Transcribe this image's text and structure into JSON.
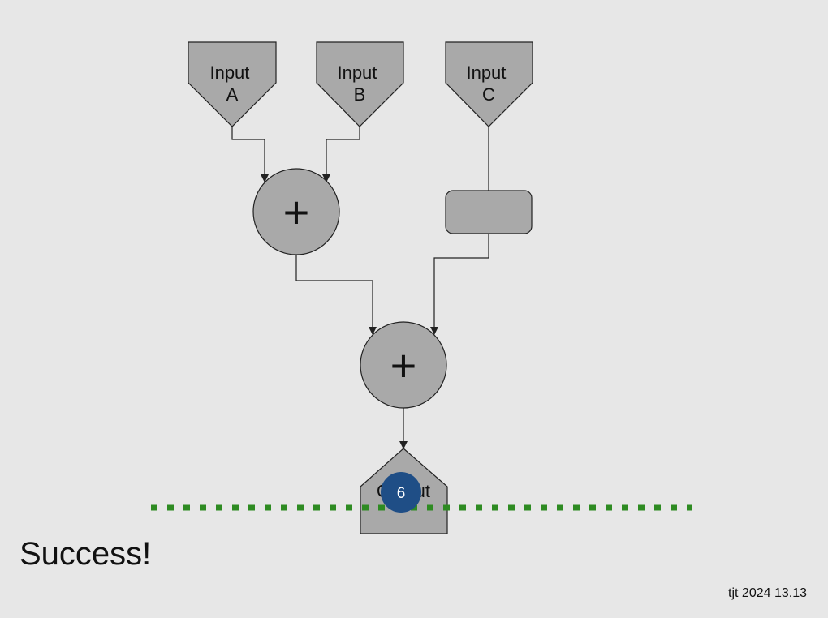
{
  "diagram": {
    "inputs": [
      {
        "line1": "Input",
        "line2": "A"
      },
      {
        "line1": "Input",
        "line2": "B"
      },
      {
        "line1": "Input",
        "line2": "C"
      }
    ],
    "adder_symbol": "+",
    "output_label": "Output",
    "step_badge": "6"
  },
  "caption": "Success!",
  "footer": "tjt 2024 13.13",
  "colors": {
    "background": "#e7e7e7",
    "node_fill": "#a9a9a9",
    "node_stroke": "#222222",
    "line": "#222222",
    "badge": "#1f4e86",
    "dotted_line": "#2e8b22"
  }
}
